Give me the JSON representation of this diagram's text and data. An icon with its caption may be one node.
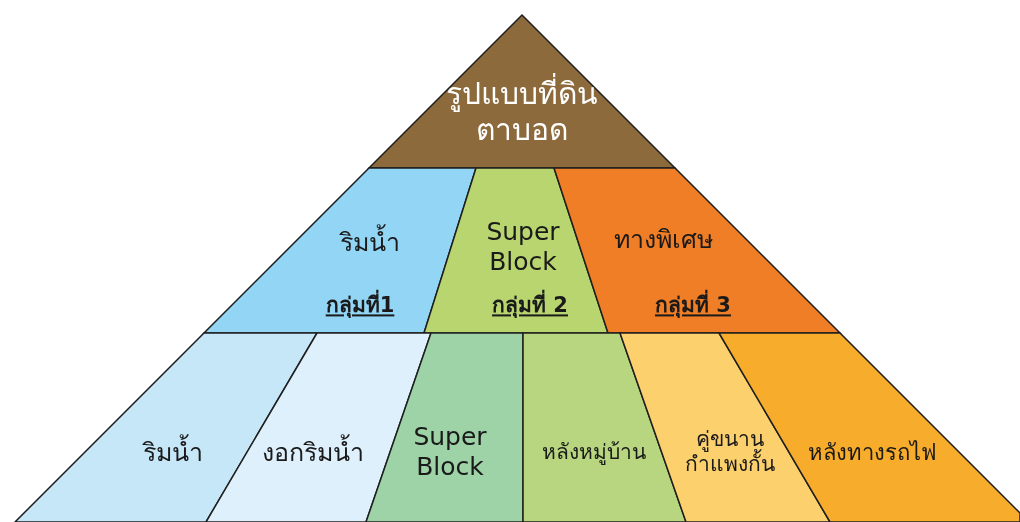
{
  "diagram": {
    "nodes": [
      {
        "text": [
          "รูปแบบที่ดินตาบอด"
        ]
      },
      {
        "text": [
          "ริมน้ำ",
          "กลุ่มที่1"
        ]
      },
      {
        "text": [
          "Super Block",
          "กลุ่มที่ 2"
        ]
      },
      {
        "text": [
          "ทางพิเศษ",
          "กลุ่มที่ 3"
        ]
      },
      {
        "text": [
          "ริมน้ำ"
        ]
      },
      {
        "text": [
          "งอกริมน้ำ"
        ]
      },
      {
        "text": [
          "Super Block"
        ]
      },
      {
        "text": [
          "หลังหมู่บ้าน"
        ]
      },
      {
        "text": [
          "คู่ขนานกำแพงกั้น"
        ]
      },
      {
        "text": [
          "หลังทางรถไฟ"
        ]
      }
    ]
  }
}
